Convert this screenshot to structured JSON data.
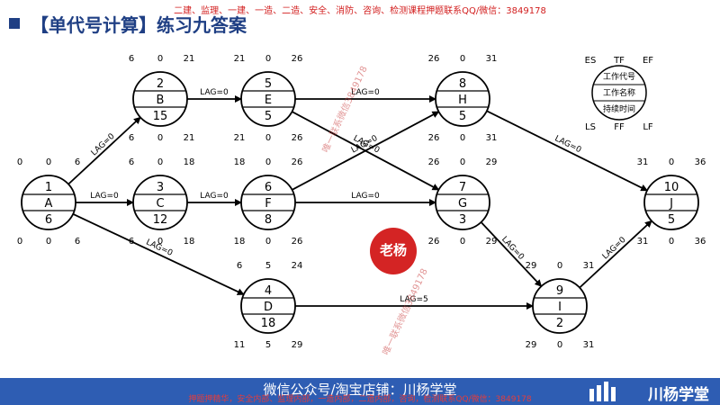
{
  "banner": "二建、监理、一建、一造、二造、安全、消防、咨询、检测课程押题联系QQ/微信：3849178",
  "title": "【单代号计算】练习九答案",
  "legend": {
    "es": "ES",
    "tf": "TF",
    "ef": "EF",
    "code": "工作代号",
    "name": "工作名称",
    "dur": "持续时间",
    "ls": "LS",
    "ff": "FF",
    "lf": "LF"
  },
  "nodes": [
    {
      "id": "A",
      "code": "1",
      "dur": "6",
      "es": "0",
      "tf": "0",
      "ef": "6",
      "ls": "0",
      "ff": "0",
      "lf": "6"
    },
    {
      "id": "B",
      "code": "2",
      "dur": "15",
      "es": "6",
      "tf": "0",
      "ef": "21",
      "ls": "6",
      "ff": "0",
      "lf": "21"
    },
    {
      "id": "C",
      "code": "3",
      "dur": "12",
      "es": "6",
      "tf": "0",
      "ef": "18",
      "ls": "6",
      "ff": "0",
      "lf": "18"
    },
    {
      "id": "D",
      "code": "4",
      "dur": "18",
      "es": "6",
      "tf": "5",
      "ef": "24",
      "ls": "11",
      "ff": "5",
      "lf": "29"
    },
    {
      "id": "E",
      "code": "5",
      "dur": "5",
      "es": "21",
      "tf": "0",
      "ef": "26",
      "ls": "21",
      "ff": "0",
      "lf": "26"
    },
    {
      "id": "F",
      "code": "6",
      "dur": "8",
      "es": "18",
      "tf": "0",
      "ef": "26",
      "ls": "18",
      "ff": "0",
      "lf": "26"
    },
    {
      "id": "G",
      "code": "7",
      "dur": "3",
      "es": "26",
      "tf": "0",
      "ef": "29",
      "ls": "26",
      "ff": "0",
      "lf": "29"
    },
    {
      "id": "H",
      "code": "8",
      "dur": "5",
      "es": "26",
      "tf": "0",
      "ef": "31",
      "ls": "26",
      "ff": "0",
      "lf": "31"
    },
    {
      "id": "I",
      "code": "9",
      "dur": "2",
      "es": "29",
      "tf": "0",
      "ef": "31",
      "ls": "29",
      "ff": "0",
      "lf": "31"
    },
    {
      "id": "J",
      "code": "10",
      "dur": "5",
      "es": "31",
      "tf": "0",
      "ef": "36",
      "ls": "31",
      "ff": "0",
      "lf": "36"
    }
  ],
  "edges": [
    {
      "from": "A",
      "to": "B",
      "label": "LAG=0"
    },
    {
      "from": "A",
      "to": "C",
      "label": "LAG=0"
    },
    {
      "from": "A",
      "to": "D",
      "label": "LAG=0"
    },
    {
      "from": "B",
      "to": "E",
      "label": "LAG=0"
    },
    {
      "from": "C",
      "to": "F",
      "label": "LAG=0"
    },
    {
      "from": "E",
      "to": "H",
      "label": "LAG=0"
    },
    {
      "from": "E",
      "to": "G",
      "label": "LAG=0"
    },
    {
      "from": "F",
      "to": "H",
      "label": "LAG=0"
    },
    {
      "from": "F",
      "to": "G",
      "label": "LAG=0"
    },
    {
      "from": "D",
      "to": "I",
      "label": "LAG=5"
    },
    {
      "from": "G",
      "to": "I",
      "label": "LAG=0"
    },
    {
      "from": "H",
      "to": "J",
      "label": "LAG=0"
    },
    {
      "from": "I",
      "to": "J",
      "label": "LAG=0"
    }
  ],
  "seal": "老杨",
  "footer": "微信公众号/淘宝店铺：川杨学堂",
  "footer_red": "押题押精华，安全内部、监理内部，一造内部，二造内部，咨询，检测联系QQ/微信：3849178",
  "brand": "川杨学堂",
  "watermark": "唯一联系微信3849178",
  "colors": {
    "title": "#1f3f84",
    "footer": "#2e5db3",
    "banner": "#d21d1d",
    "seal": "#d42424"
  }
}
